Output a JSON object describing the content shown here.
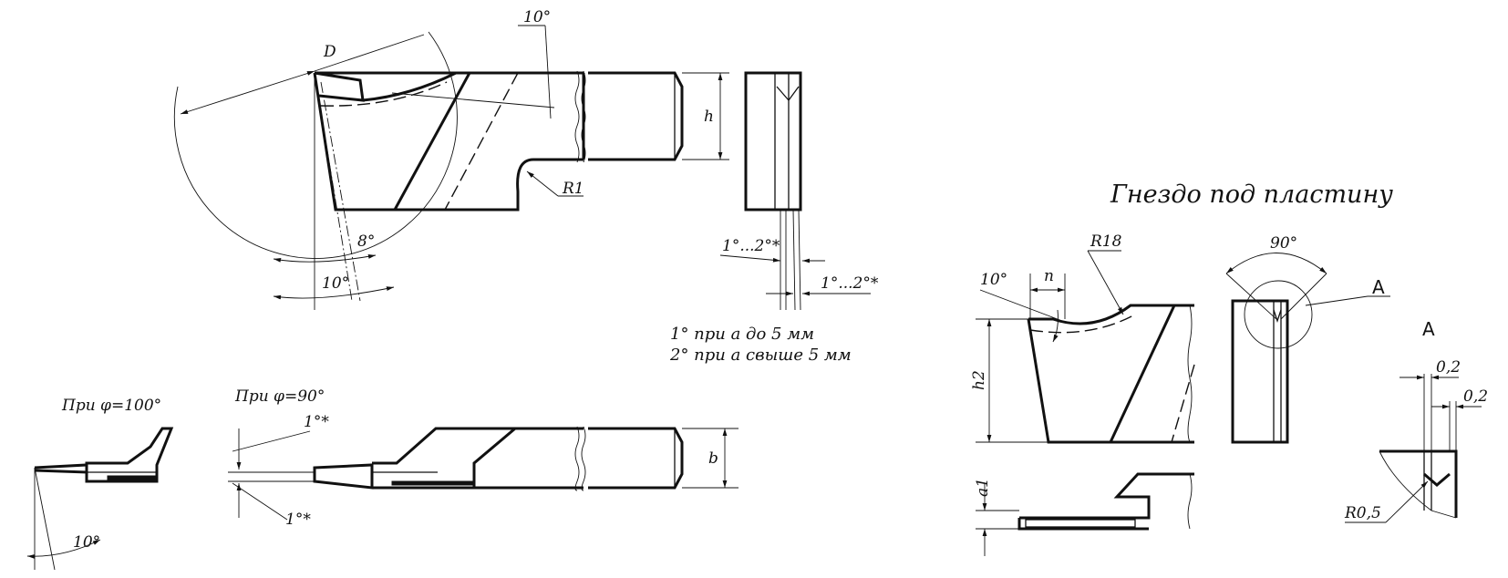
{
  "labels": {
    "D": "D",
    "angle_10_top": "10°",
    "h": "h",
    "R1": "R1",
    "angle_8": "8°",
    "angle_10_bottom": "10°",
    "angle_1_2_top": "1°...2°*",
    "angle_1_2_bottom": "1°...2°*",
    "note_line1": "1° при a до 5 мм",
    "note_line2": "2° при a свыше 5 мм",
    "phi100": "При φ=100°",
    "phi90": "При φ=90°",
    "angle_10_left": "10°",
    "angle_1_upper": "1°*",
    "angle_1_lower": "1°*",
    "b": "b",
    "socket_title": "Гнездо под пластину",
    "R18": "R18",
    "angle_10_socket": "10°",
    "n": "n",
    "angle_90": "90°",
    "A_marker": "A",
    "h2": "h2",
    "a1": "a1",
    "A_view": "A",
    "dim_02_a": "0,2",
    "dim_02_b": "0,2",
    "R05": "R0,5"
  }
}
